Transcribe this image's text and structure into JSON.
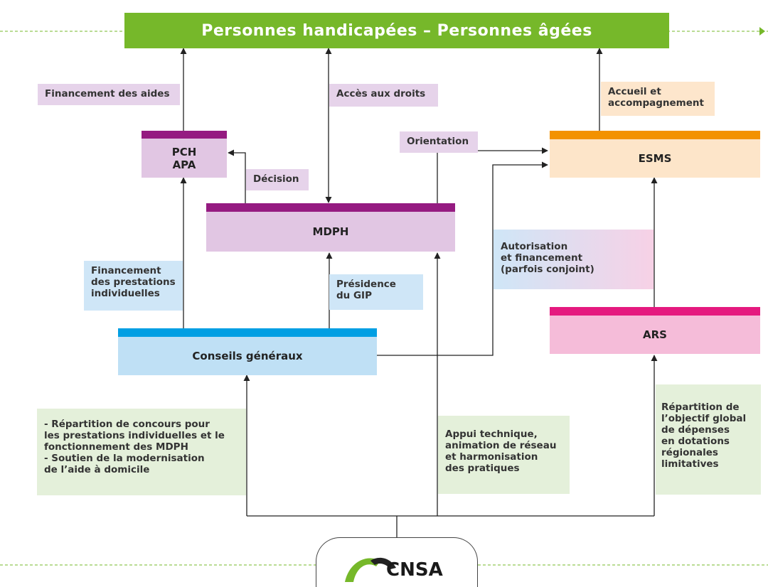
{
  "title": "Personnes handicapées – Personnes âgées",
  "nodes": {
    "pch_apa": "PCH\nAPA",
    "mdph": "MDPH",
    "esms": "ESMS",
    "conseils": "Conseils généraux",
    "ars": "ARS",
    "cnsa": "CNSA"
  },
  "labels": {
    "financement_aides": "Financement des aides",
    "acces_droits": "Accès aux droits",
    "accueil": "Accueil et\naccompagnement",
    "orientation": "Orientation",
    "decision": "Décision",
    "financement_prestations": "Financement\ndes prestations\nindividuelles",
    "presidence": "Présidence\ndu GIP",
    "autorisation": "Autorisation\net financement\n(parfois conjoint)",
    "repartition_concours": "- Répartition de concours pour\nles prestations individuelles et le\nfonctionnement des MDPH\n- Soutien de la modernisation\nde l’aide à domicile",
    "appui": "Appui technique,\nanimation de réseau\net harmonisation\ndes pratiques",
    "repartition_objectif": "Répartition de\nl’objectif global\nde dépenses\nen dotations\nrégionales\nlimitatives"
  },
  "colors": {
    "green": "#76b82a",
    "purple_bar": "#951b81",
    "purple_fill": "#e1c6e3",
    "orange_bar": "#f39200",
    "peach_fill": "#fde5c9",
    "blue_bar": "#009fe3",
    "blue_fill": "#bfe0f5",
    "pink_bar": "#e5197f",
    "pink_fill": "#f5bcd9"
  }
}
